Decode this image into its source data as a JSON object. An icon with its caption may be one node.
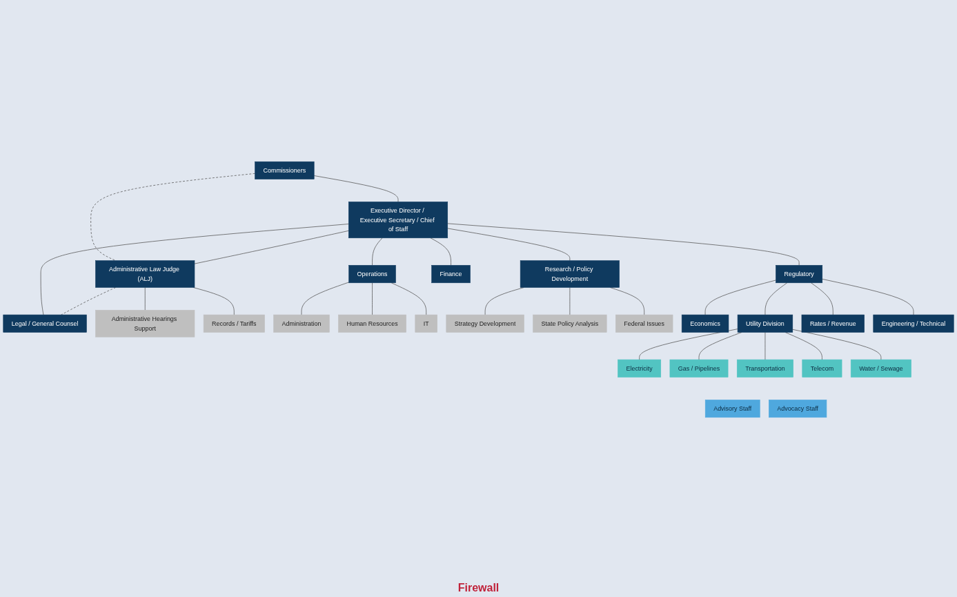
{
  "diagram": {
    "nodes": [
      {
        "text": [
          "Commissioners"
        ]
      },
      {
        "text": [
          "Executive Director / Executive Secretary / Chief of Staff"
        ]
      },
      {
        "text": [
          "Administrative Law Judge (ALJ)"
        ]
      },
      {
        "text": [
          "Legal / General Counsel"
        ]
      },
      {
        "text": [
          "Operations"
        ]
      },
      {
        "text": [
          "Research / Policy Development"
        ]
      },
      {
        "text": [
          "Finance"
        ]
      },
      {
        "text": [
          "Regulatory"
        ]
      },
      {
        "text": [
          "Administrative Hearings Support"
        ]
      },
      {
        "text": [
          "Records / Tariffs"
        ]
      },
      {
        "text": [
          "Administration"
        ]
      },
      {
        "text": [
          "Human Resources"
        ]
      },
      {
        "text": [
          "IT"
        ]
      },
      {
        "text": [
          "Strategy Development"
        ]
      },
      {
        "text": [
          "State Policy Analysis"
        ]
      },
      {
        "text": [
          "Federal Issues"
        ]
      },
      {
        "text": [
          "Economics"
        ]
      },
      {
        "text": [
          "Utility Division"
        ]
      },
      {
        "text": [
          "Rates / Revenue"
        ]
      },
      {
        "text": [
          "Engineering / Technical"
        ]
      },
      {
        "text": [
          "Electricity"
        ]
      },
      {
        "text": [
          "Gas / Pipelines"
        ]
      },
      {
        "text": [
          "Transportation"
        ]
      },
      {
        "text": [
          "Telecom"
        ]
      },
      {
        "text": [
          "Water / Sewage"
        ]
      },
      {
        "text": [
          "Advisory Staff"
        ]
      },
      {
        "text": [
          "Advocacy Staff"
        ]
      }
    ],
    "edges": [
      {
        "from": 0,
        "to": 1,
        "arrow": "none"
      },
      {
        "from": 0,
        "to": 2,
        "arrow": "none",
        "style": "dashed"
      },
      {
        "from": 1,
        "to": 2,
        "arrow": "none"
      },
      {
        "from": 1,
        "to": 3,
        "arrow": "none"
      },
      {
        "from": 1,
        "to": 4,
        "arrow": "none"
      },
      {
        "from": 1,
        "to": 5,
        "arrow": "none"
      },
      {
        "from": 1,
        "to": 6,
        "arrow": "none"
      },
      {
        "from": 1,
        "to": 7,
        "arrow": "none"
      },
      {
        "from": 2,
        "to": 3,
        "arrow": "none",
        "style": "dashed"
      },
      {
        "from": 2,
        "to": 8,
        "arrow": "none"
      },
      {
        "from": 2,
        "to": 9,
        "arrow": "none"
      },
      {
        "from": 4,
        "to": 10,
        "arrow": "none"
      },
      {
        "from": 4,
        "to": 11,
        "arrow": "none"
      },
      {
        "from": 4,
        "to": 12,
        "arrow": "none"
      },
      {
        "from": 5,
        "to": 13,
        "arrow": "none"
      },
      {
        "from": 5,
        "to": 14,
        "arrow": "none"
      },
      {
        "from": 5,
        "to": 15,
        "arrow": "none"
      },
      {
        "from": 7,
        "to": 16,
        "arrow": "none"
      },
      {
        "from": 7,
        "to": 17,
        "arrow": "none"
      },
      {
        "from": 7,
        "to": 18,
        "arrow": "none"
      },
      {
        "from": 7,
        "to": 19,
        "arrow": "none"
      },
      {
        "from": 17,
        "to": 20,
        "arrow": "none"
      },
      {
        "from": 17,
        "to": 21,
        "arrow": "none"
      },
      {
        "from": 17,
        "to": 22,
        "arrow": "none"
      },
      {
        "from": 17,
        "to": 23,
        "arrow": "none"
      },
      {
        "from": 17,
        "to": 24,
        "arrow": "none"
      }
    ],
    "labels": [
      "Firewall"
    ]
  }
}
